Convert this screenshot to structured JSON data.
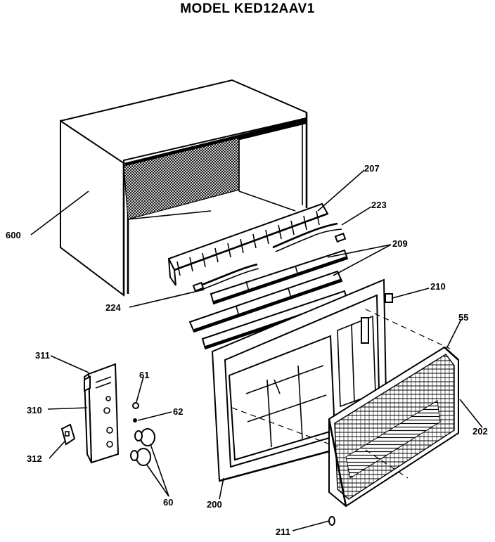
{
  "header": {
    "title": "MODEL KED12AAV1"
  },
  "labels": {
    "p600": "600",
    "p207": "207",
    "p223": "223",
    "p209": "209",
    "p224": "224",
    "p210": "210",
    "p55": "55",
    "p311": "311",
    "p61": "61",
    "p310": "310",
    "p62": "62",
    "p312": "312",
    "p202": "202",
    "p60": "60",
    "p200": "200",
    "p211": "211"
  }
}
